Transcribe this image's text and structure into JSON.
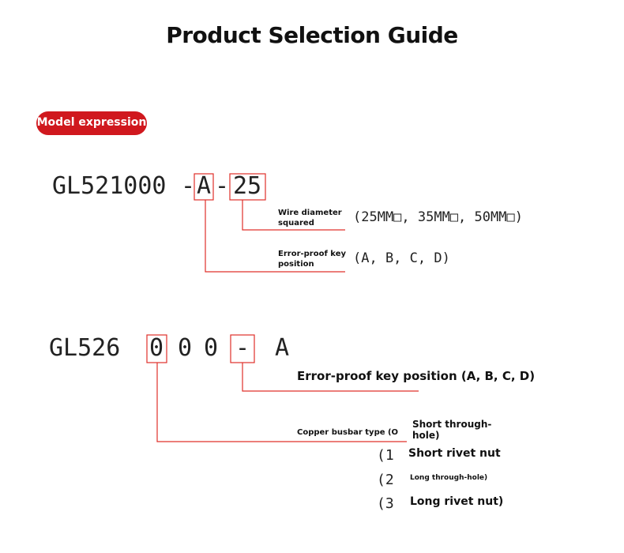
{
  "title": "Product Selection Guide",
  "badge": "Model expression",
  "model1": {
    "prefix": "GL521000",
    "dash1": "-",
    "code_a": "A",
    "dash2": "-",
    "code_25": "25",
    "wire_label_line1": "Wire diameter",
    "wire_label_line2": "squared",
    "wire_options": "(25MM□, 35MM□, 50MM□)",
    "key_label_line1": "Error-proof key",
    "key_label_line2": "position",
    "key_options": "(A, B, C, D)"
  },
  "model2": {
    "prefix": "GL526",
    "digit1": "0",
    "digit2": "0",
    "digit3": "0",
    "dash": "-",
    "suffix": "A",
    "key_label": "Error-proof key position (A, B, C, D)",
    "busbar_label": "Copper busbar type (O",
    "option0_line1": "Short through-",
    "option0_line2": "hole)",
    "options": [
      {
        "num": "(1",
        "label": "Short rivet nut"
      },
      {
        "num": "(2",
        "label": "Long through-hole)"
      },
      {
        "num": "(3",
        "label": "Long rivet nut)"
      }
    ]
  },
  "colors": {
    "accent_red": "#d0181e",
    "line_red": "#e0302a",
    "text": "#111111"
  }
}
